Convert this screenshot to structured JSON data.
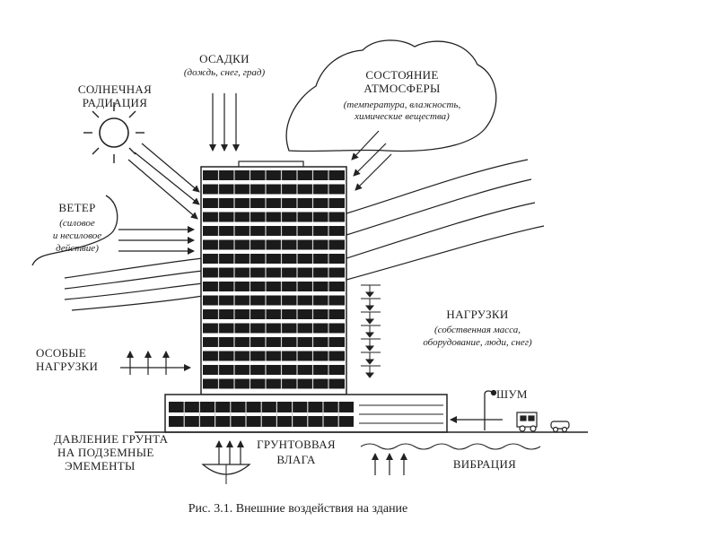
{
  "labels": {
    "precip_title": "ОСАДКИ",
    "precip_sub": "(дождь, снег, град)",
    "solar_line1": "СОЛНЕЧНАЯ",
    "solar_line2": "РАДИАЦИЯ",
    "atm_line1": "СОСТОЯНИЕ",
    "atm_line2": "АТМОСФЕРЫ",
    "atm_sub1": "(температура, влажность,",
    "atm_sub2": "химические вещества)",
    "wind_title": "ВЕТЕР",
    "wind_sub1": "(силовое",
    "wind_sub2": "и несиловое",
    "wind_sub3": "действие)",
    "loads_title": "НАГРУЗКИ",
    "loads_sub1": "(собственная масса,",
    "loads_sub2": "оборудование, люди, снег)",
    "special_line1": "ОСОБЫЕ",
    "special_line2": "НАГРУЗКИ",
    "noise": "ШУМ",
    "soil_line1": "ДАВЛЕНИЕ ГРУНТА",
    "soil_line2": "НА ПОДЗЕМНЫЕ",
    "soil_line3": "ЭМЕМЕНТЫ",
    "ground_line1": "ГРУНТОВВАЯ",
    "ground_line2": "ВЛАГА",
    "vibration": "ВИБРАЦИЯ"
  },
  "caption": "Рис. 3.1. Внешние воздействия на здание"
}
